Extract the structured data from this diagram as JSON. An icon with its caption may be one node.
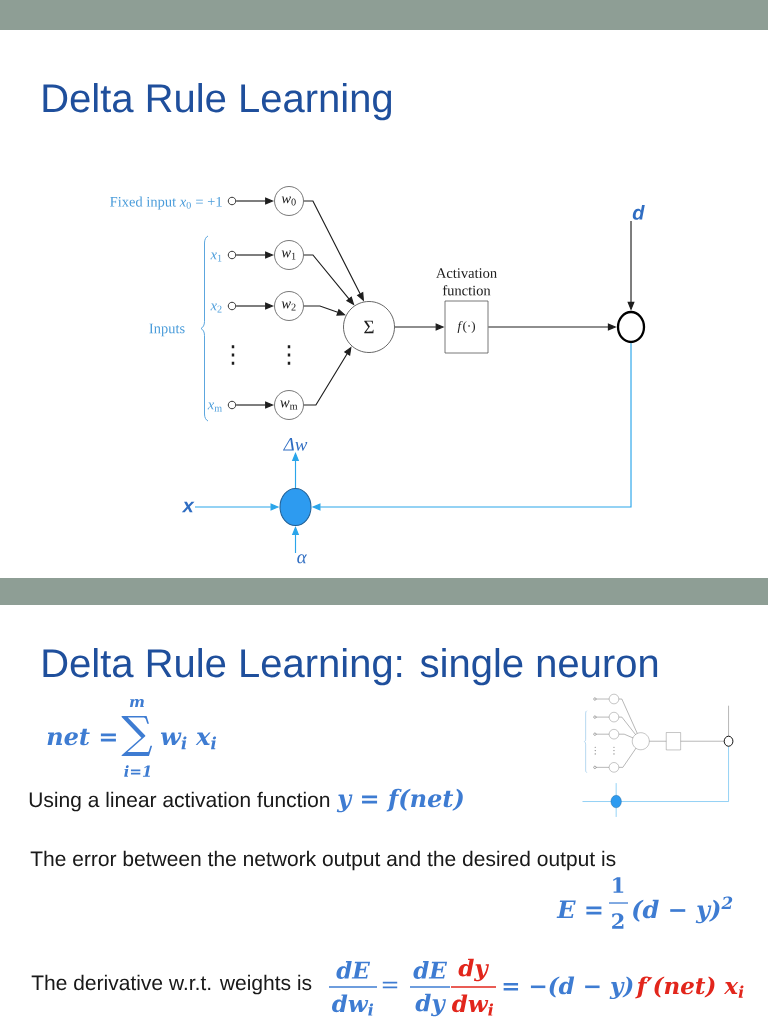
{
  "diagram": {
    "title": "Delta Rule Learning",
    "nodes": [
      {
        "text": [],
        "shape": "circle",
        "beside": [
          "Fixed input *x*$_{0}$ = +1"
        ]
      },
      {
        "text": [
          "*w*$_{0}$"
        ]
      },
      {
        "text": [],
        "shape": "circle",
        "beside": [
          "*x*$_{1}$"
        ]
      },
      {
        "text": [
          "*w*$_{1}$"
        ]
      },
      {
        "text": [],
        "shape": "circle",
        "beside": [
          "*x*$_{2}$"
        ]
      },
      {
        "text": [
          "*w*$_{2}$"
        ]
      },
      {
        "text": [],
        "shape": "circle",
        "beside": [
          "*x*$_{m}$"
        ]
      },
      {
        "text": [
          "*w*$_{m}$"
        ]
      },
      {
        "text": [
          "Σ"
        ]
      },
      {
        "text": [
          "Activation function",
          "*f*(·)"
        ]
      },
      {
        "text": [],
        "shape": "circle"
      },
      {
        "text": [
          "d"
        ]
      },
      {
        "text": [
          "Δw"
        ]
      },
      {
        "text": [
          "x"
        ]
      },
      {
        "text": [],
        "shape": "circle"
      },
      {
        "text": [
          "α"
        ]
      }
    ],
    "edges": [
      {
        "from": 0,
        "to": 1,
        "arrow": "to"
      },
      {
        "from": 2,
        "to": 3,
        "arrow": "to"
      },
      {
        "from": 4,
        "to": 5,
        "arrow": "to"
      },
      {
        "from": 6,
        "to": 7,
        "arrow": "to"
      },
      {
        "from": 1,
        "to": 8,
        "arrow": "to"
      },
      {
        "from": 3,
        "to": 8,
        "arrow": "to"
      },
      {
        "from": 5,
        "to": 8,
        "arrow": "to"
      },
      {
        "from": 7,
        "to": 8,
        "arrow": "to"
      },
      {
        "from": 8,
        "to": 9,
        "arrow": "to"
      },
      {
        "from": 9,
        "to": 10,
        "arrow": "to"
      },
      {
        "from": 11,
        "to": 10,
        "arrow": "to"
      },
      {
        "from": 10,
        "to": 14,
        "arrow": "to",
        "color": "#2aa5ea"
      },
      {
        "from": 13,
        "to": 14,
        "arrow": "to",
        "color": "#2aa5ea"
      },
      {
        "from": 15,
        "to": 14,
        "arrow": "to",
        "color": "#2aa5ea"
      },
      {
        "from": 14,
        "to": 12,
        "arrow": "to",
        "color": "#2aa5ea"
      }
    ],
    "labels": [
      "Inputs",
      "⋮",
      "⋮",
      "Delta Rule Learning: single neuron",
      "m",
      "net =",
      "∑",
      "w$_{i}$ x$_{i}$",
      "i=1",
      "Using a linear activation function",
      "y = f(net)",
      "The error between the network output and the desired output is",
      "1",
      "E =",
      "(d − y)$^{2}$",
      "2",
      "The derivative w.r.t. weights is",
      "dE",
      "dw$_{i}$",
      "=",
      "dE",
      "dy",
      "dy",
      "dw$_{i}$",
      "= −(d − y)",
      "f′(net) x$_{i}$"
    ]
  }
}
